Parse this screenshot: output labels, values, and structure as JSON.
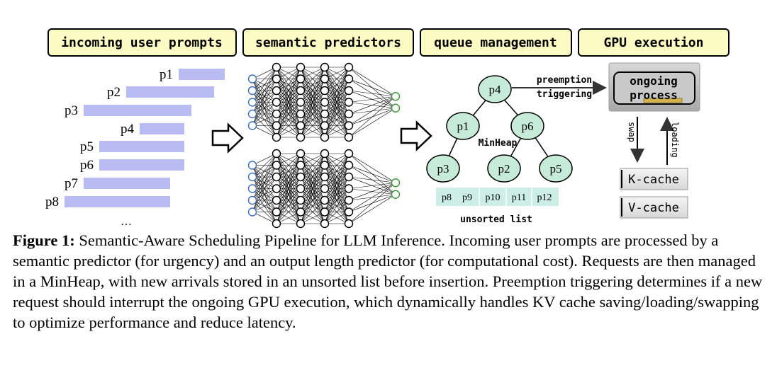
{
  "stages": [
    {
      "label": "incoming user prompts"
    },
    {
      "label": "semantic predictors"
    },
    {
      "label": "queue management"
    },
    {
      "label": "GPU execution"
    }
  ],
  "prompts": [
    "p1",
    "p2",
    "p3",
    "p4",
    "p5",
    "p6",
    "p7",
    "p8"
  ],
  "prompts_more": "…",
  "heap": {
    "name": "MinHeap",
    "root": "p4",
    "level1": [
      "p1",
      "p6"
    ],
    "level2": [
      "p3",
      "p2",
      "p5"
    ]
  },
  "unsorted": {
    "items": [
      "p8",
      "p9",
      "p10",
      "p11",
      "p12"
    ],
    "label": "unsorted list"
  },
  "preemption": {
    "line1": "preemption",
    "line2": "triggering"
  },
  "gpu": {
    "line1": "ongoing",
    "line2": "process"
  },
  "swap_label": "swap",
  "loading_label": "loading",
  "kv": {
    "k": "K-cache",
    "v": "V-cache"
  },
  "caption": {
    "label": "Figure 1:",
    "text": "Semantic-Aware Scheduling Pipeline for LLM Inference. Incoming user prompts are processed by a semantic predictor (for urgency) and an output length predictor (for computational cost). Requests are then managed in a MinHeap, with new arrivals stored in an unsorted list before insertion. Preemption triggering determines if a new request should interrupt the ongoing GPU execution, which dynamically handles KV cache saving/loading/swapping to optimize performance and reduce latency."
  },
  "colors": {
    "stage_fill": "#fdfbc4",
    "prompt_bar": "#b8bcf2",
    "heap_node": "#c6ecd9",
    "unsorted_fill": "#cdeee4",
    "input_neuron": "#3d6fbf",
    "output_neuron": "#3a9a3a"
  }
}
